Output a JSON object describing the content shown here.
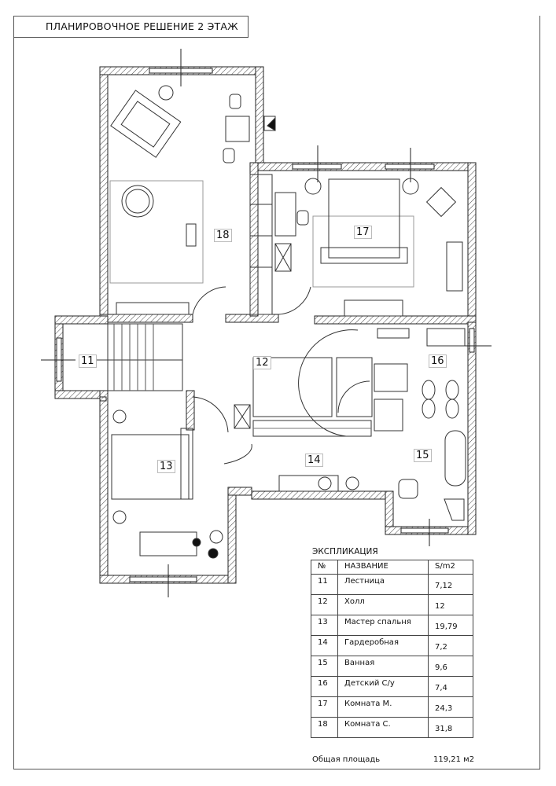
{
  "title": "ПЛАНИРОВОЧНОЕ РЕШЕНИЕ 2 ЭТАЖ",
  "rooms": [
    {
      "num": "11"
    },
    {
      "num": "12"
    },
    {
      "num": "13"
    },
    {
      "num": "14"
    },
    {
      "num": "15"
    },
    {
      "num": "16"
    },
    {
      "num": "17"
    },
    {
      "num": "18"
    }
  ],
  "explication": {
    "title": "ЭКСПЛИКАЦИЯ",
    "headers": {
      "num": "№",
      "name": "НАЗВАНИЕ",
      "area": "S/m2"
    },
    "rows": [
      {
        "num": "11",
        "name": "Лестница",
        "area": "7,12"
      },
      {
        "num": "12",
        "name": "Холл",
        "area": "12"
      },
      {
        "num": "13",
        "name": "Мастер спальня",
        "area": "19,79"
      },
      {
        "num": "14",
        "name": "Гардеробная",
        "area": "7,2"
      },
      {
        "num": "15",
        "name": "Ванная",
        "area": "9,6"
      },
      {
        "num": "16",
        "name": "Детский С/у",
        "area": "7,4"
      },
      {
        "num": "17",
        "name": "Комната М.",
        "area": "24,3"
      },
      {
        "num": "18",
        "name": "Комната С.",
        "area": "31,8"
      }
    ],
    "total_label": "Общая площадь",
    "total_value": "119,21 м2"
  }
}
